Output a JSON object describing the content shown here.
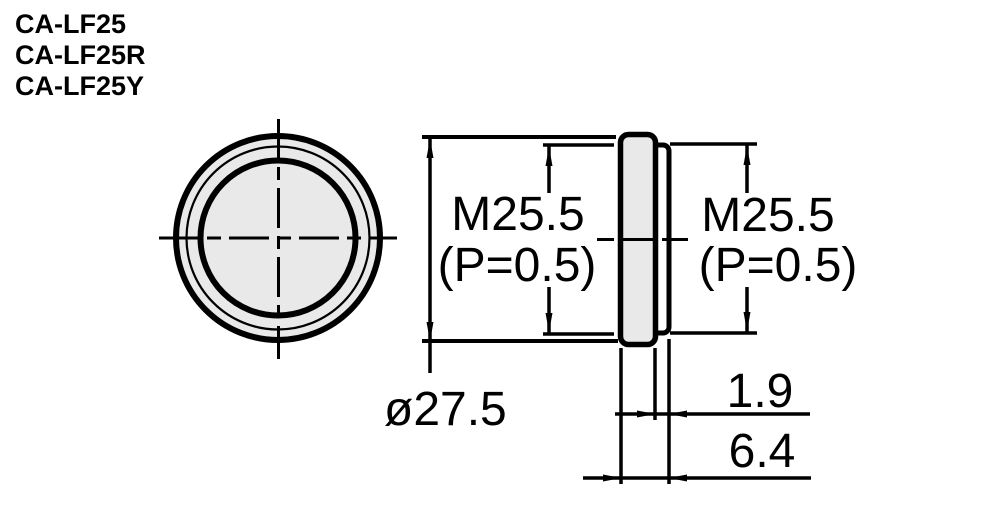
{
  "models": [
    "CA-LF25",
    "CA-LF25R",
    "CA-LF25Y"
  ],
  "dimensions": {
    "thread_front": {
      "value": "M25.5",
      "pitch": "(P=0.5)"
    },
    "thread_rear": {
      "value": "M25.5",
      "pitch": "(P=0.5)"
    },
    "outer_diameter": "ø27.5",
    "flange_thickness": "1.9",
    "overall_thickness": "6.4"
  },
  "colors": {
    "line": "#000000",
    "part_fill": "#e9e9e9",
    "background": "#ffffff"
  }
}
